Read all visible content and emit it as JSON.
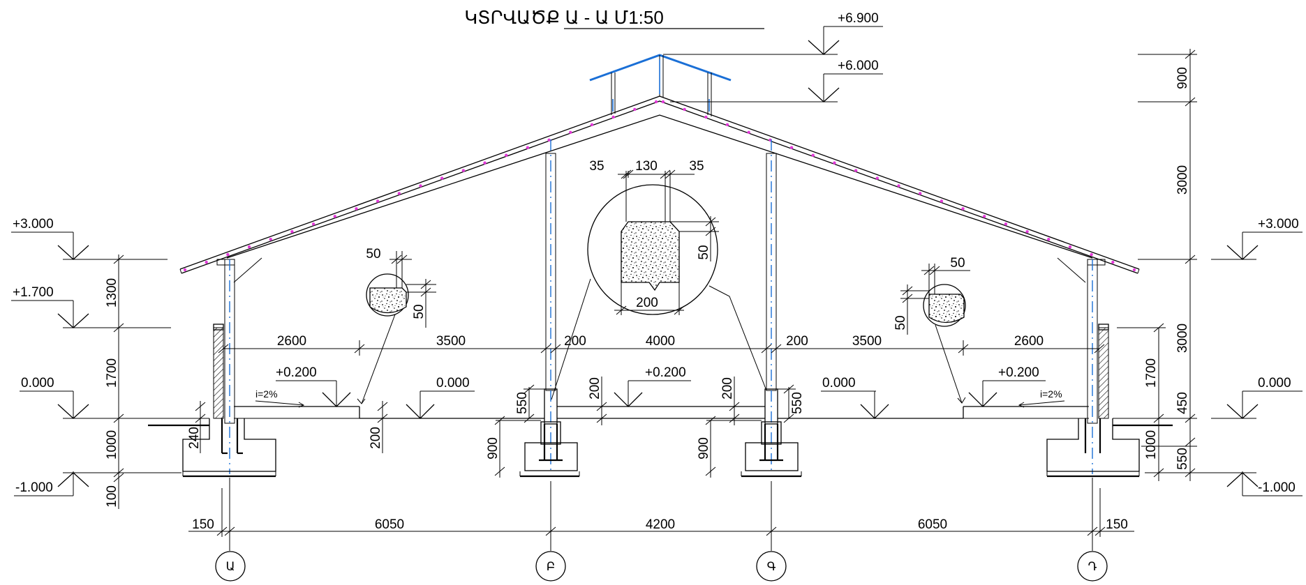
{
  "title": "ԿՏՐՎԱԾՔ Ա - Ա  Մ1:50",
  "levels": {
    "top_ridge": "+6.900",
    "ridge": "+6.000",
    "eave_left": "+3.000",
    "eave_right": "+3.000",
    "wall_top": "+1.700",
    "ground_left": "0.000",
    "ground_right": "0.000",
    "foundation_left": "-1.000",
    "foundation_right": "-1.000",
    "floor_pad_1": "+0.200",
    "floor_pad_2": "+0.200",
    "floor_pad_3": "+0.200",
    "floor_zero_1": "0.000",
    "floor_zero_2": "0.000"
  },
  "slopes": {
    "left": "i=2%",
    "right": "i=2%"
  },
  "dims": {
    "bottom": [
      "150",
      "6050",
      "4200",
      "6050",
      "150"
    ],
    "interior": [
      "2600",
      "3500",
      "200",
      "4000",
      "200",
      "3500",
      "2600"
    ],
    "left_vertical": [
      "1300",
      "1700",
      "1000",
      "100"
    ],
    "right_vertical": [
      "900",
      "3000",
      "3000",
      "1700",
      "450",
      "1000",
      "550"
    ],
    "detail_center_top": [
      "35",
      "130",
      "35"
    ],
    "detail_center_side": "50",
    "detail_center_bottom": "200",
    "detail_left_top": "50",
    "detail_left_side": "50",
    "detail_right_top": "50",
    "detail_right_side": "50",
    "column_left": [
      "550",
      "200",
      "900"
    ],
    "column_right": [
      "550",
      "200",
      "900"
    ],
    "step_left": "200",
    "wall_left": "240"
  },
  "axes": [
    "Ա",
    "Բ",
    "Գ",
    "Դ"
  ]
}
